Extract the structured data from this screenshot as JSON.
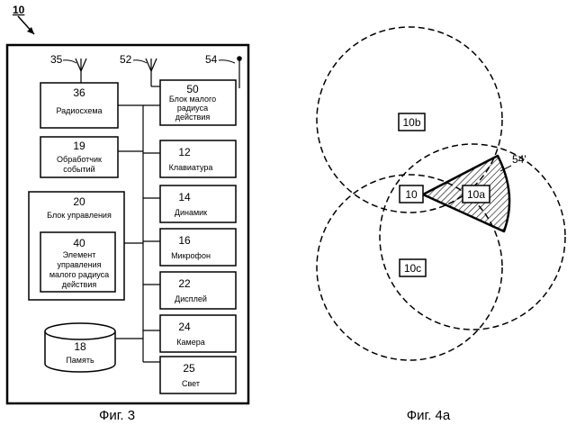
{
  "fig3": {
    "ref_number": "10",
    "caption": "Фиг. 3",
    "antenna_35": "35",
    "antenna_52": "52",
    "antenna_54": "54",
    "radio": {
      "num": "36",
      "label": "Радиосхема"
    },
    "short_range_block": {
      "num": "50",
      "label_lines": [
        "Блок малого",
        "радиуса",
        "действия"
      ]
    },
    "event_handler": {
      "num": "19",
      "label_lines": [
        "Обработчик",
        "событий"
      ]
    },
    "control_block": {
      "num": "20",
      "label": "Блок управления"
    },
    "short_range_control": {
      "num": "40",
      "label_lines": [
        "Элемент",
        "управления",
        "малого радиуса",
        "действия"
      ]
    },
    "memory": {
      "num": "18",
      "label": "Память"
    },
    "peripherals": [
      {
        "num": "12",
        "label": "Клавиатура"
      },
      {
        "num": "14",
        "label": "Динамик"
      },
      {
        "num": "16",
        "label": "Микрофон"
      },
      {
        "num": "22",
        "label": "Дисплей"
      },
      {
        "num": "24",
        "label": "Камера"
      },
      {
        "num": "25",
        "label": "Свет"
      }
    ]
  },
  "fig4a": {
    "caption": "Фиг. 4а",
    "sector_ref": "54'",
    "devices": [
      "10b",
      "10",
      "10a",
      "10c"
    ]
  }
}
